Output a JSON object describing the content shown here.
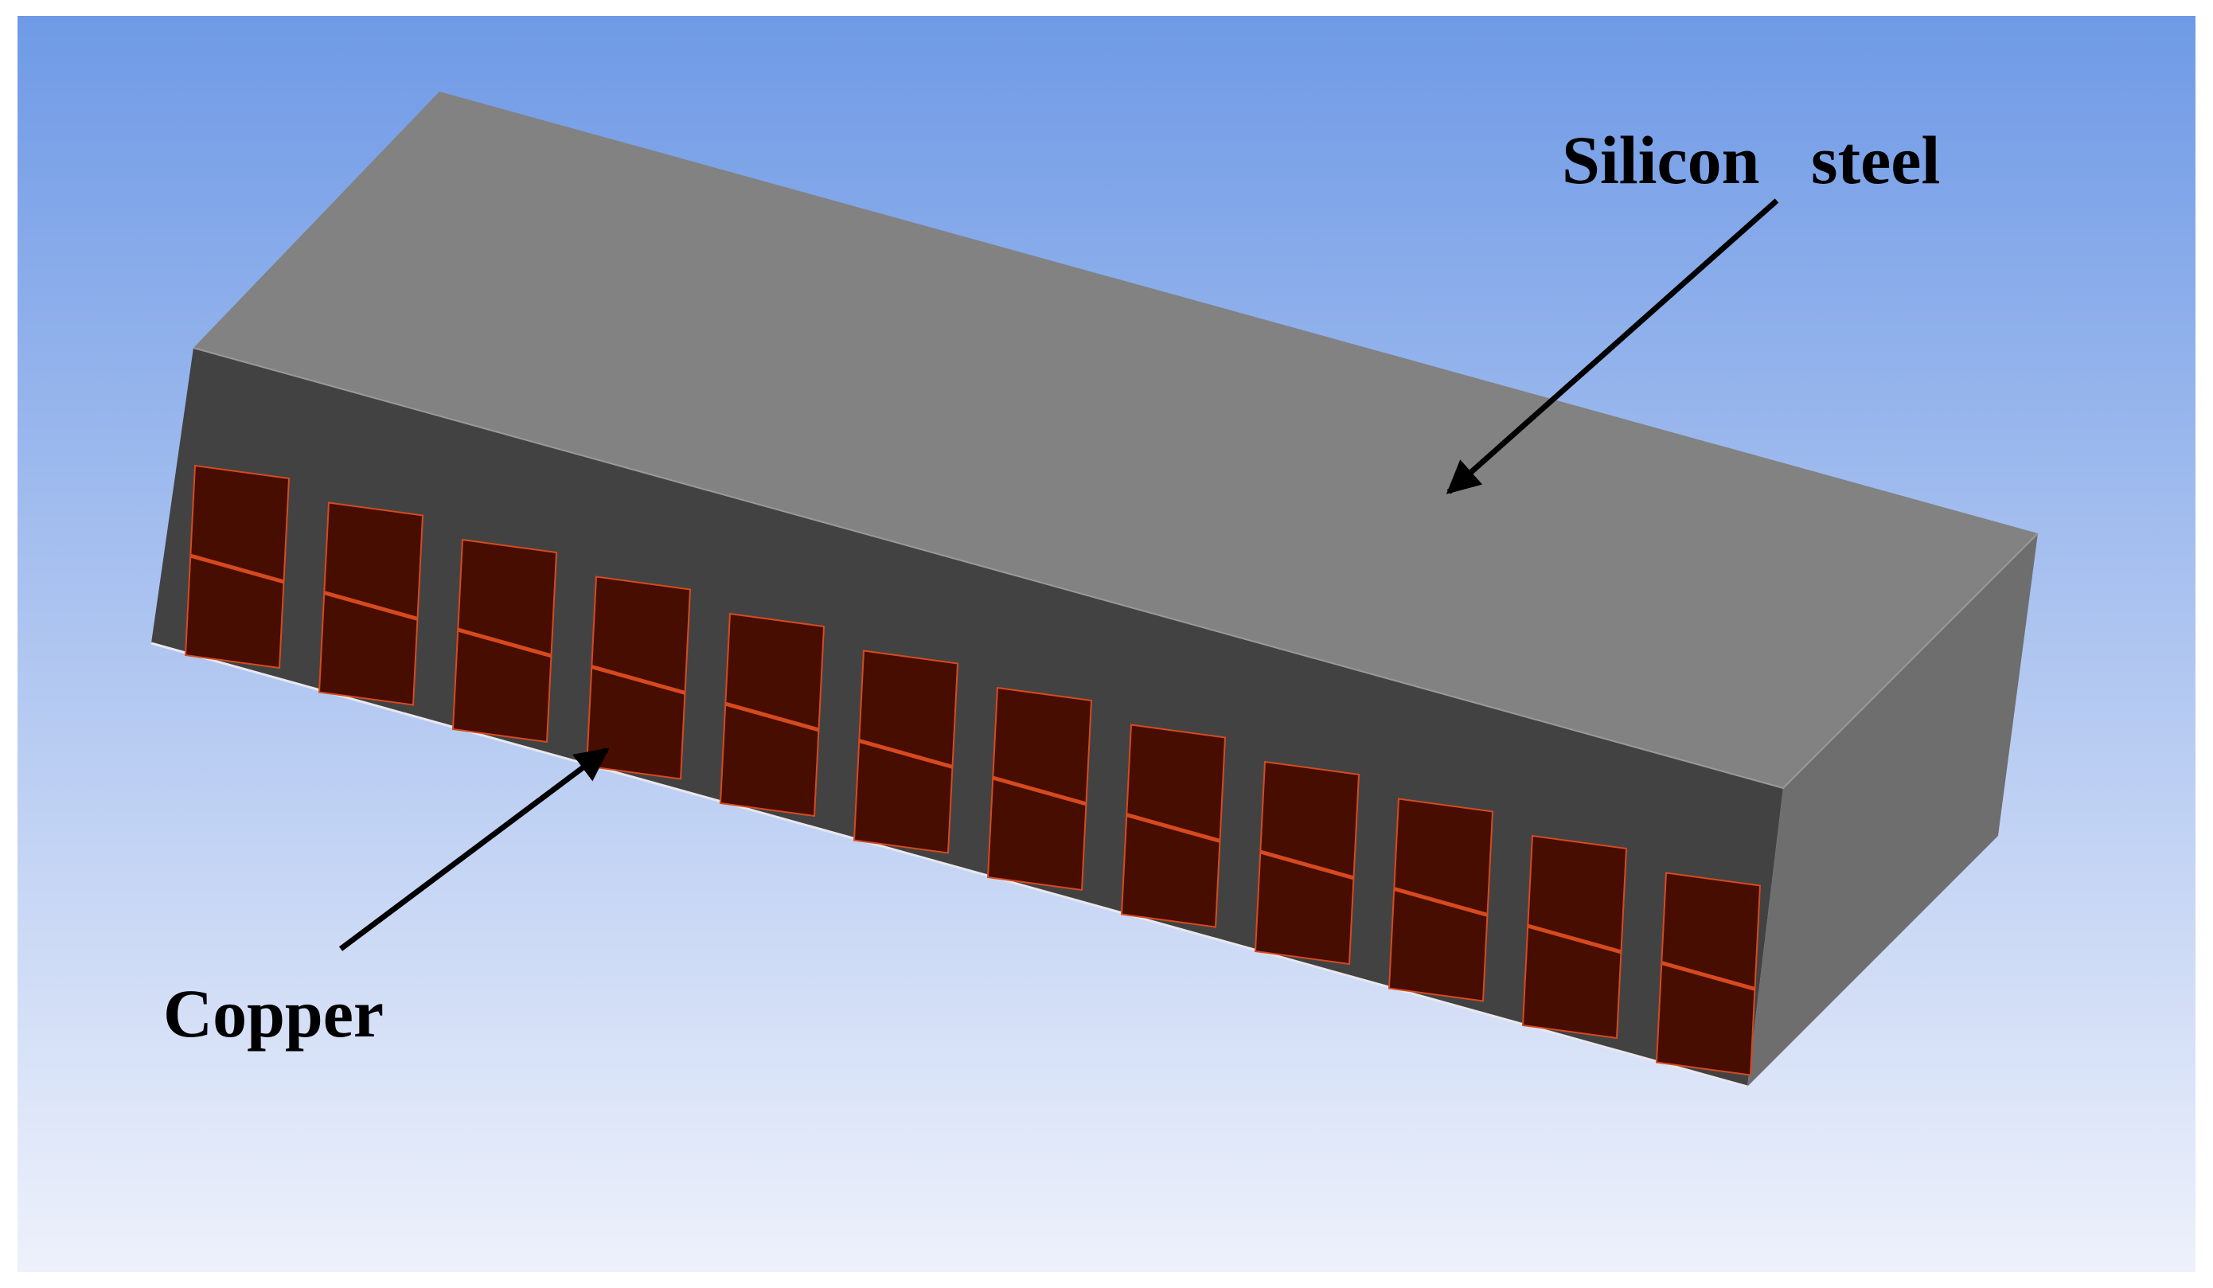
{
  "labels": {
    "silicon_steel": "Silicon   steel",
    "copper": "Copper"
  },
  "colors": {
    "background_top": "#6f9ae6",
    "background_bottom": "#eef1fb",
    "steel_top": "#828282",
    "steel_front": "#424242",
    "steel_side": "#6e6e6e",
    "copper_fill": "#470d00",
    "copper_edge": "#d64a1e",
    "arrow": "#000000"
  },
  "copper_slot_count": 12
}
